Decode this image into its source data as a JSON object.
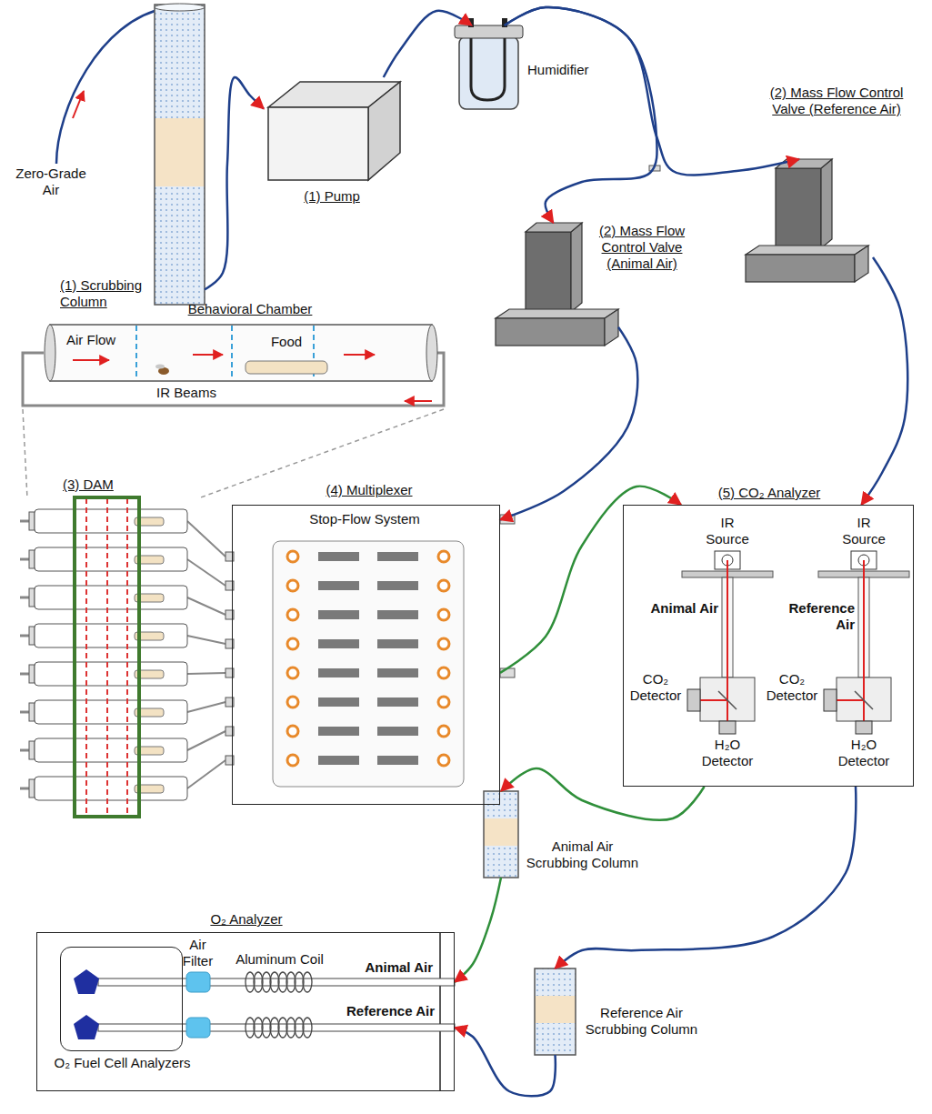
{
  "diagram": {
    "nodes": [
      {
        "text": [
          "(1) Scrubbing Column"
        ]
      },
      {
        "text": [
          "(1) Pump"
        ]
      },
      {
        "text": [
          "Humidifier"
        ]
      },
      {
        "text": [
          "(2) Mass Flow Control Valve (Animal Air)"
        ]
      },
      {
        "text": [
          "(2) Mass Flow Control Valve (Reference Air)"
        ]
      },
      {
        "text": [
          "Behavioral Chamber",
          "Air Flow",
          "Food",
          "IR Beams"
        ]
      },
      {
        "text": [
          "(3) DAM"
        ]
      },
      {
        "text": [
          "(4) Multiplexer",
          "Stop-Flow System"
        ]
      },
      {
        "text": [
          "(5) CO₂ Analyzer"
        ]
      },
      {
        "text": [
          "Animal Air Scrubbing Column"
        ]
      },
      {
        "text": [
          "Reference Air Scrubbing Column"
        ]
      },
      {
        "text": [
          "O₂ Analyzer"
        ]
      },
      {
        "text": [
          "O₂ Fuel Cell Analyzers"
        ],
        "in": 11
      }
    ],
    "edges": [
      {
        "from": 0,
        "to": 1,
        "arrow": "to"
      },
      {
        "from": 1,
        "to": 2,
        "arrow": "to"
      },
      {
        "from": 2,
        "to": 3,
        "arrow": "to"
      },
      {
        "from": 2,
        "to": 4,
        "arrow": "to"
      },
      {
        "from": 3,
        "to": 7,
        "arrow": "to"
      },
      {
        "from": 7,
        "to": 8,
        "arrow": "to"
      },
      {
        "from": 4,
        "to": 8,
        "arrow": "to"
      },
      {
        "from": 8,
        "to": 9,
        "arrow": "to"
      },
      {
        "from": 8,
        "to": 10,
        "arrow": "to"
      },
      {
        "from": 9,
        "to": 11,
        "arrow": "to"
      },
      {
        "from": 10,
        "to": 11,
        "arrow": "to"
      }
    ],
    "labels": [
      "Zero-Grade Air",
      "IR Source",
      "Animal Air",
      "CO₂ Detector",
      "H₂O Detector",
      "IR Source",
      "Reference Air",
      "CO₂ Detector",
      "H₂O Detector",
      "Air Filter",
      "Aluminum Coil",
      "Animal Air",
      "Reference Air"
    ]
  }
}
